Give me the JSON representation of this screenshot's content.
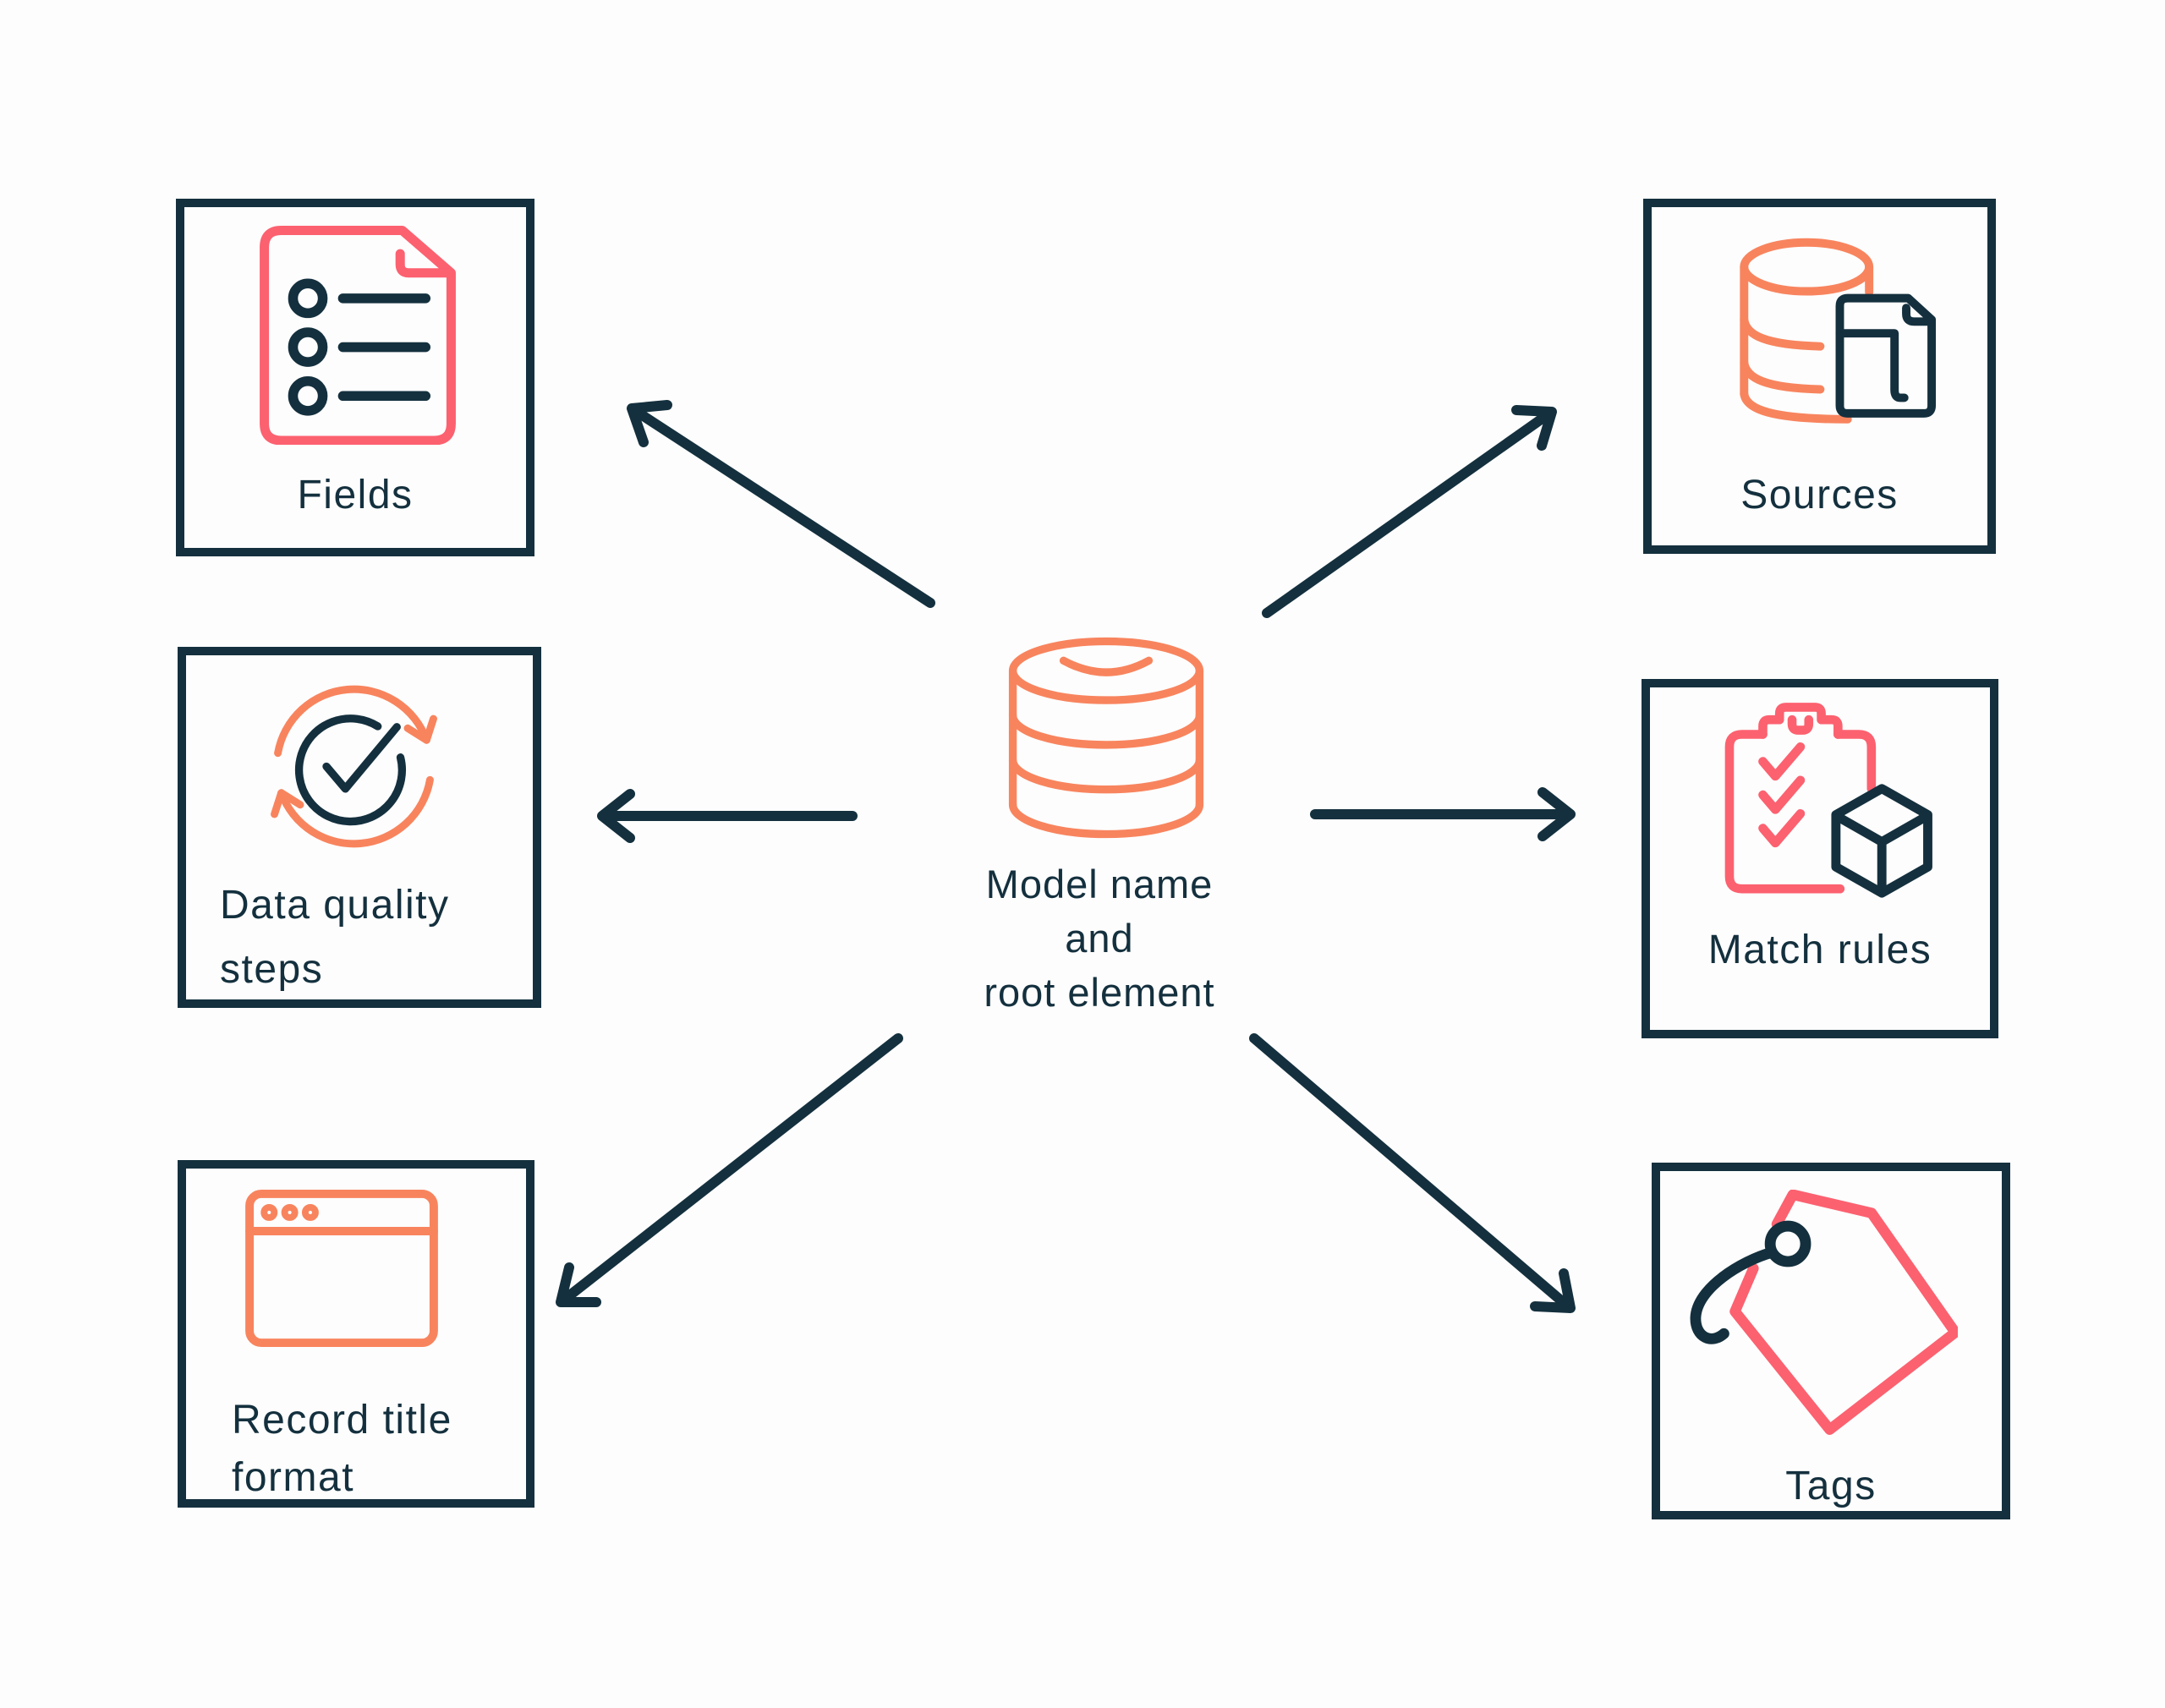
{
  "palette": {
    "background": "#FDFDFD",
    "navy": "#14303E",
    "pink": "#FC6170",
    "salmon": "#F8845E"
  },
  "center": {
    "icon": "database-icon",
    "label": "Model name\nand\nroot element"
  },
  "nodes": {
    "fields": {
      "label": "Fields",
      "icon": "document-list-icon"
    },
    "data_quality_steps": {
      "label": "Data quality\nsteps",
      "icon": "sync-check-icon"
    },
    "record_title_format": {
      "label": "Record title\nformat",
      "icon": "browser-window-icon"
    },
    "sources": {
      "label": "Sources",
      "icon": "database-document-icon"
    },
    "match_rules": {
      "label": "Match rules",
      "icon": "clipboard-cube-icon"
    },
    "tags": {
      "label": "Tags",
      "icon": "price-tag-icon"
    }
  },
  "arrows": [
    {
      "from": "center",
      "to": "fields",
      "direction": "up-left"
    },
    {
      "from": "center",
      "to": "data_quality_steps",
      "direction": "left"
    },
    {
      "from": "center",
      "to": "record_title_format",
      "direction": "down-left"
    },
    {
      "from": "center",
      "to": "sources",
      "direction": "up-right"
    },
    {
      "from": "center",
      "to": "match_rules",
      "direction": "right"
    },
    {
      "from": "center",
      "to": "tags",
      "direction": "down-right"
    }
  ]
}
